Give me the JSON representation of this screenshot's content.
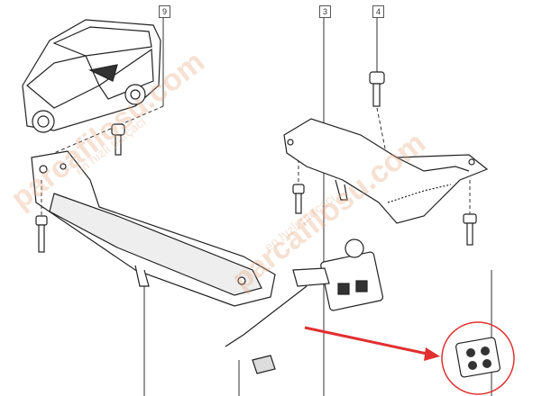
{
  "diagram": {
    "callouts": [
      "9",
      "3",
      "4"
    ],
    "watermark": {
      "brand": "parcafilosu.com",
      "slogan": "en hızlı parçacı"
    },
    "colors": {
      "line": "#333333",
      "highlight": "#e03030",
      "watermark": "#e6aa82"
    }
  }
}
